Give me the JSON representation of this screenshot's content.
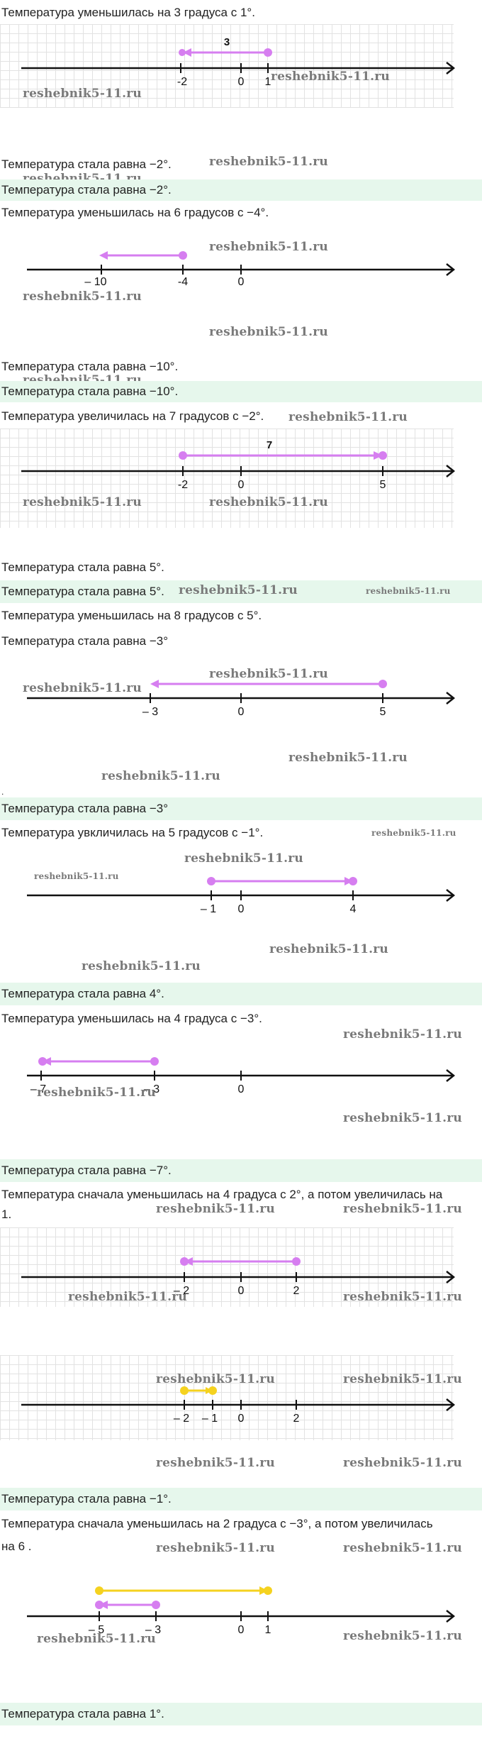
{
  "problems": [
    {
      "statement": "Температура уменьшилась на 3 градуса с 1°.",
      "result": "Температура стала равна −2°.",
      "answer": "Температура стала равна −2°."
    },
    {
      "statement": "Температура уменьшилась на 6 градусов с −4°.",
      "result": "Температура стала равна −10°.",
      "answer": "Температура стала равна −10°."
    },
    {
      "statement": "Температура увеличилась на 7 градусов с −2°.",
      "result": "Температура стала равна 5°.",
      "answer": "Температура стала равна 5°."
    },
    {
      "statement": "Температура уменьшилась на 8 градусов с 5°.",
      "statement2": "Температура стала равна −3°",
      "dot": ".",
      "answer": "Температура стала равна −3°"
    },
    {
      "statement": "Температура увкличилась на 5 градусов с −1°.",
      "answer": "Температура стала равна 4°."
    },
    {
      "statement": "Температура уменьшилась на 4 градуса с −3°.",
      "answer": "Температура стала равна −7°."
    },
    {
      "statement": "Температура сначала уменьшилась на 4 градуса с 2°, а потом увеличилась на",
      "statement_cont": "1.",
      "answer": "Температура стала равна −1°."
    },
    {
      "statement": "Температура сначала уменьшилась на 2 градуса с −3°, а потом увеличилась",
      "statement_cont": "на 6 .",
      "answer": "Температура стала равна 1°."
    }
  ],
  "figures": [
    {
      "ticks": [
        "-2",
        "0",
        "1"
      ],
      "arc_label": "3"
    },
    {
      "ticks": [
        "– 10",
        "-4",
        "0"
      ]
    },
    {
      "ticks": [
        "-2",
        "0",
        "5"
      ],
      "arc_label": "7"
    },
    {
      "ticks": [
        "– 3",
        "0",
        "5"
      ]
    },
    {
      "ticks": [
        "– 1",
        "0",
        "4"
      ]
    },
    {
      "ticks": [
        "– 7",
        "– 3",
        "0"
      ]
    },
    {
      "ticks": [
        "– 2",
        "0",
        "2"
      ]
    },
    {
      "ticks": [
        "– 2",
        "– 1",
        "0",
        "2"
      ]
    },
    {
      "ticks": [
        "– 5",
        "– 3",
        "0",
        "1"
      ]
    }
  ],
  "watermark": "reshebnik5-11.ru",
  "colors": {
    "axis": "#111111",
    "violet": "#d67ef0",
    "yellow": "#f5d21f",
    "band": "#e6f7ec",
    "watermark": "#7a7a7a"
  }
}
